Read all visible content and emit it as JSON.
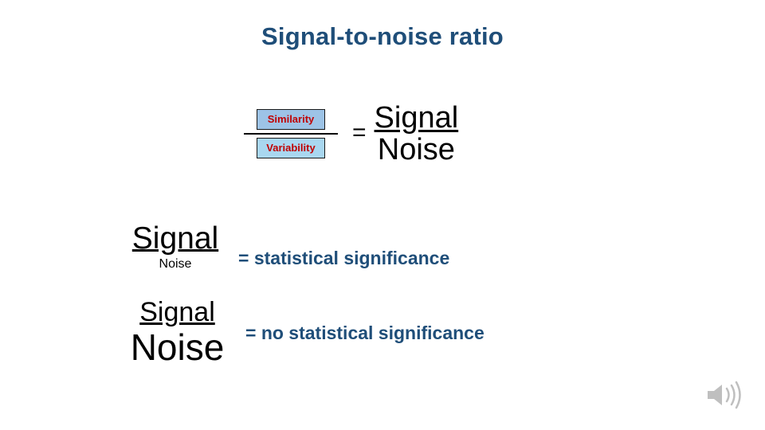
{
  "slide": {
    "title": "Signal-to-noise ratio",
    "colors": {
      "title": "#1F4E79",
      "box_fill_top": "#9DC3E6",
      "box_fill_bottom": "#A9D7F0",
      "box_text": "#C00000",
      "accent_text": "#1F4E79"
    }
  },
  "equations": {
    "top": {
      "numerator_box": "Similarity",
      "denominator_box": "Variability",
      "equals": "=",
      "right_numerator": "Signal",
      "right_denominator": "Noise"
    },
    "row2": {
      "numerator": "Signal",
      "denominator": "Noise",
      "result": "= statistical significance"
    },
    "row3": {
      "numerator": "Signal",
      "denominator": "Noise",
      "result": "= no statistical significance"
    }
  },
  "icons": {
    "speaker": "speaker-icon"
  }
}
